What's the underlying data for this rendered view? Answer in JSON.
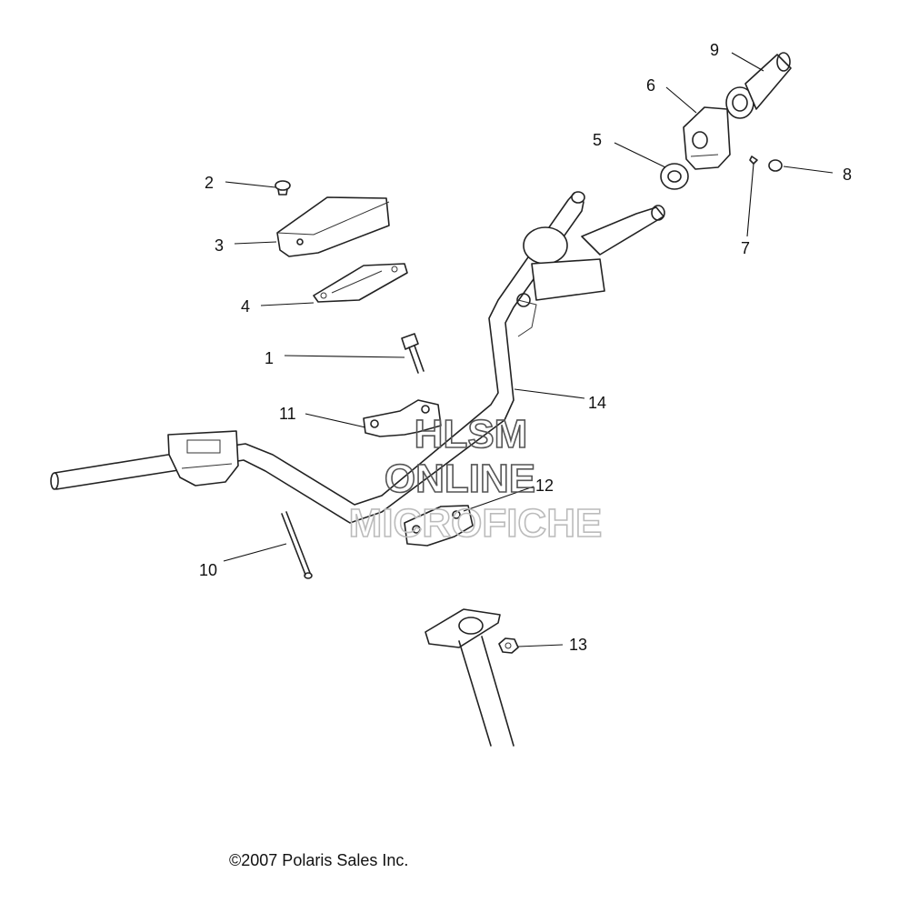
{
  "callouts": [
    "1",
    "2",
    "3",
    "4",
    "5",
    "6",
    "7",
    "8",
    "9",
    "10",
    "11",
    "12",
    "13",
    "14"
  ],
  "watermark": {
    "line1": "HLSM",
    "line2": "ONLINE",
    "line3": "MICROFICHE"
  },
  "copyright": "©2007 Polaris Sales Inc.",
  "colors": {
    "line": "#222222",
    "watermark": "#555555",
    "watermark_light": "#bbbbbb"
  }
}
